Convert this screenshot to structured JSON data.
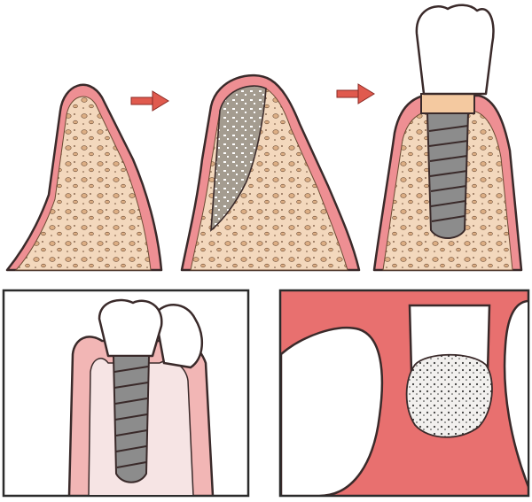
{
  "diagram": {
    "steps": [
      {
        "id": "resorbed-ridge"
      },
      {
        "id": "bone-graft"
      },
      {
        "id": "implant-with-crown"
      }
    ],
    "arrows": [
      "step-arrow-1",
      "step-arrow-2"
    ],
    "bottom_panels": [
      "implant-crown-closeup",
      "socket-graft-closeup"
    ]
  },
  "colors": {
    "gum": "#ee8f93",
    "gum_outline": "#3a2a2a",
    "bone": "#f3d8bd",
    "bone_particle": "#d9ad84",
    "graft_grey": "#a49c90",
    "implant_grey": "#8c8c8c",
    "crown": "#ffffff",
    "abutment": "#f4c9a0",
    "arrow": "#e05a4e",
    "mouth_red": "#e8706f",
    "panel_border": "#2b2b2b"
  }
}
